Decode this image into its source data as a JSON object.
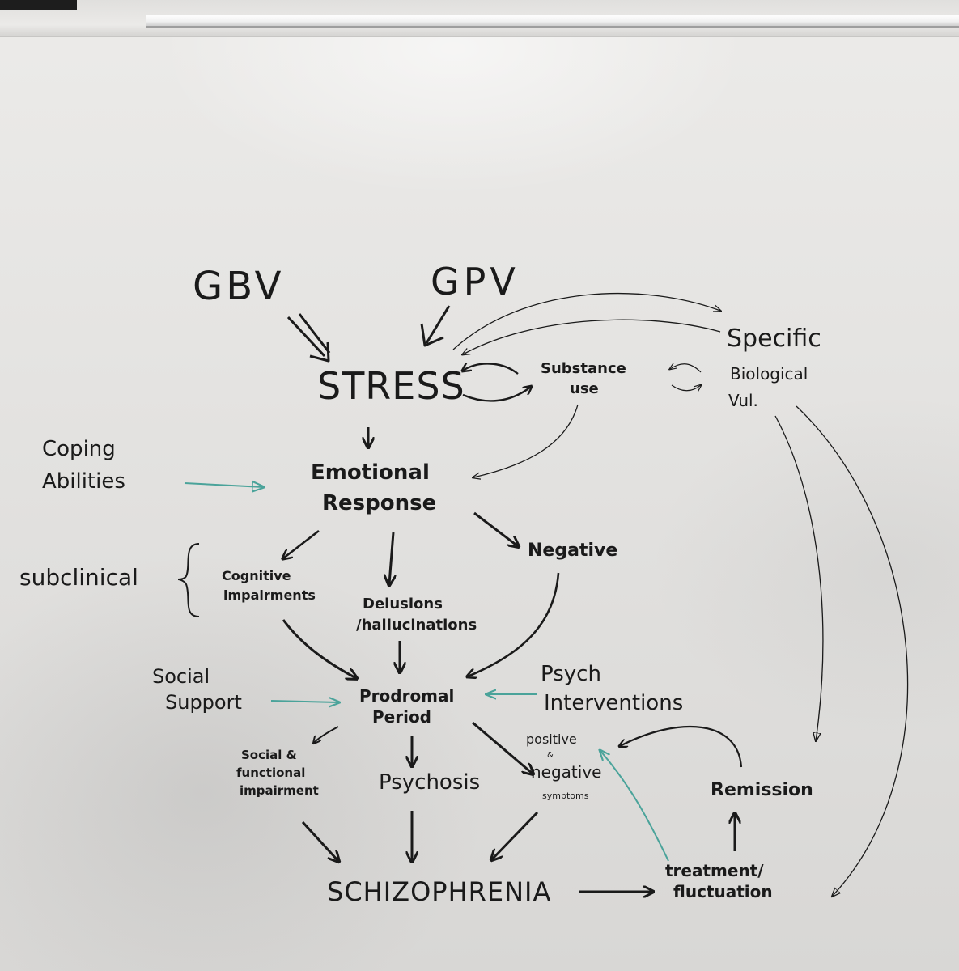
{
  "nodes": {
    "gbv": "GBV",
    "gpv": "GPV",
    "stress": "STRESS",
    "substance_use_line1": "Substance",
    "substance_use_line2": "use",
    "specific_bio_line1": "Specific",
    "specific_bio_line2": "Biological",
    "specific_bio_line3": "Vul.",
    "coping_line1": "Coping",
    "coping_line2": "Abilities",
    "emotional_line1": "Emotional",
    "emotional_line2": "Response",
    "subclinical": "subclinical",
    "cognitive_line1": "Cognitive",
    "cognitive_line2": "impairments",
    "delusions_line1": "Delusions",
    "delusions_line2": "/hallucinations",
    "negative": "Negative",
    "social_support_line1": "Social",
    "social_support_line2": "Support",
    "prodromal_line1": "Prodromal",
    "prodromal_line2": "Period",
    "psych_line1": "Psych",
    "psych_line2": "Interventions",
    "social_func_line1": "Social &",
    "social_func_line2": "functional",
    "social_func_line3": "impairment",
    "psychosis": "Psychosis",
    "posneg_line1": "positive",
    "posneg_line2": "&",
    "posneg_line3": "negative",
    "posneg_line4": "symptoms",
    "remission": "Remission",
    "schizophrenia": "SCHIZOPHRENIA",
    "treatment_line1": "treatment/",
    "treatment_line2": "fluctuation"
  },
  "colors": {
    "marker": "#1a1a1a",
    "teal_marker": "#4aa39a",
    "board": "#e4e3e1"
  }
}
